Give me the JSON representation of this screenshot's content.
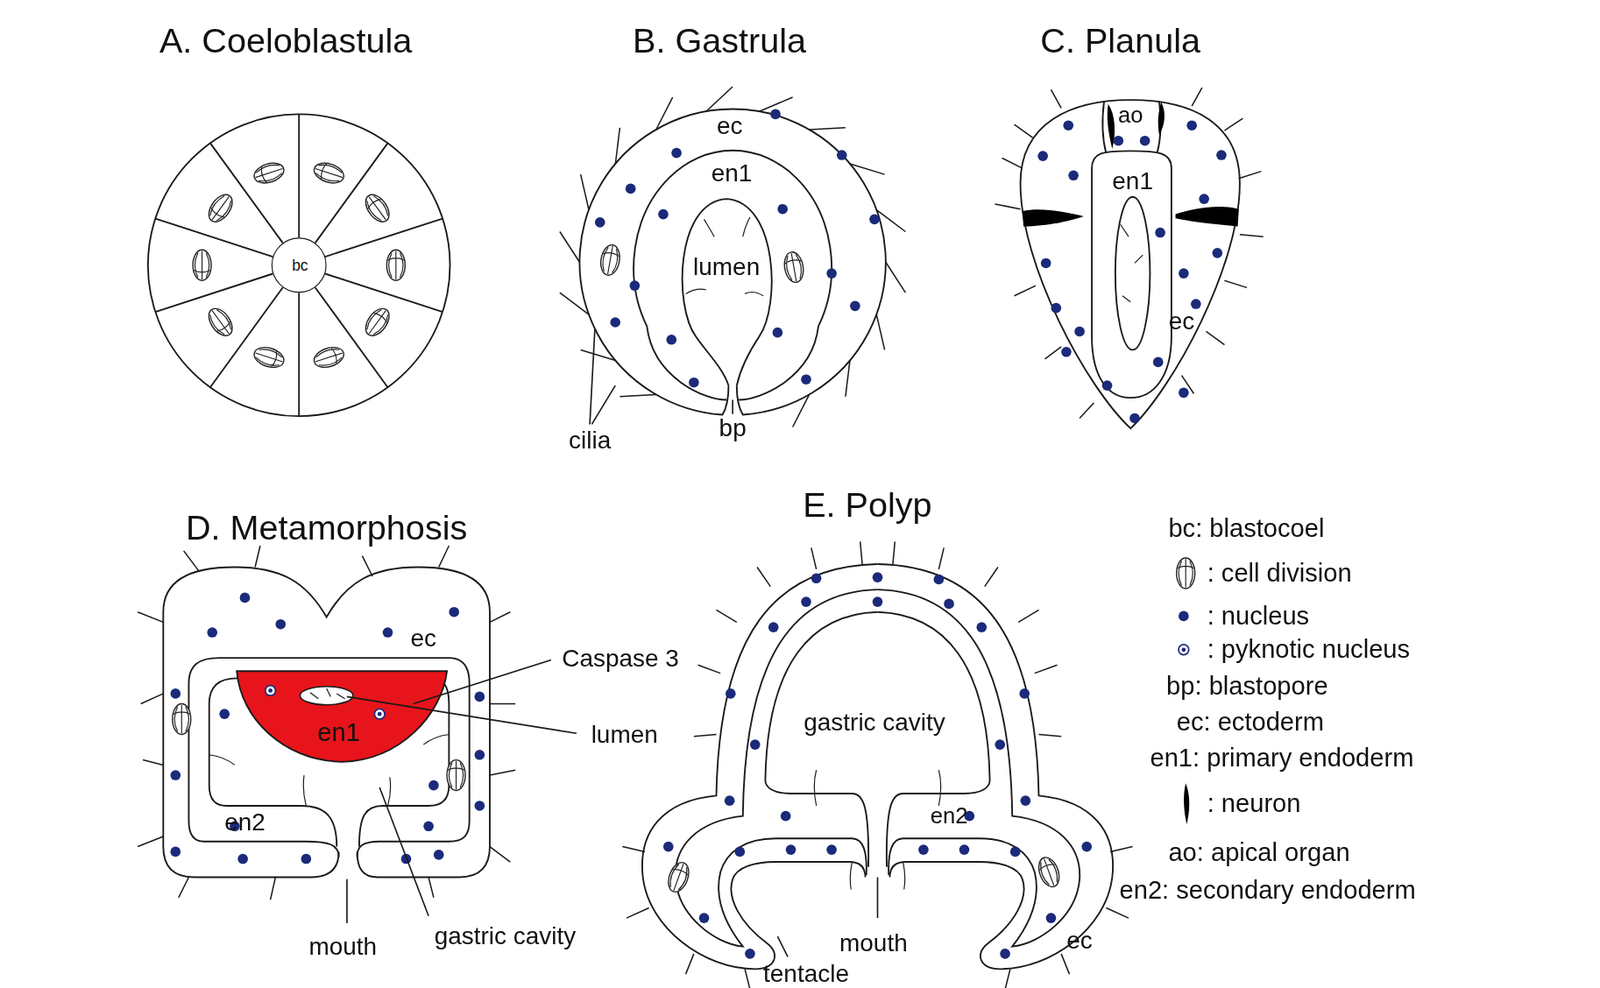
{
  "diagram": {
    "nodes": [
      {
        "text": [
          "bc"
        ]
      },
      {
        "text": [
          "en1"
        ]
      }
    ],
    "labels": [
      "A. Coeloblastula",
      "B. Gastrula",
      "C. Planula",
      "ec",
      "en1",
      "lumen",
      "cilia",
      "bp",
      "ao",
      "en1",
      "ec",
      "D. Metamorphosis",
      "E. Polyp",
      "ec",
      "Caspase 3",
      "lumen",
      "en2",
      "mouth",
      "gastric cavity",
      "gastric cavity",
      "en2",
      "mouth",
      "tentacle",
      "ec"
    ],
    "legend": [
      {
        "text": "bc: blastocoel"
      },
      {
        "text": ": cell division"
      },
      {
        "text": ": nucleus"
      },
      {
        "text": ": pyknotic nucleus"
      },
      {
        "text": "bp: blastopore"
      },
      {
        "text": "ec: ectoderm"
      },
      {
        "text": "en1: primary endoderm"
      },
      {
        "text": ": neuron"
      },
      {
        "text": "ao: apical organ"
      },
      {
        "text": "en2: secondary endoderm"
      }
    ]
  }
}
